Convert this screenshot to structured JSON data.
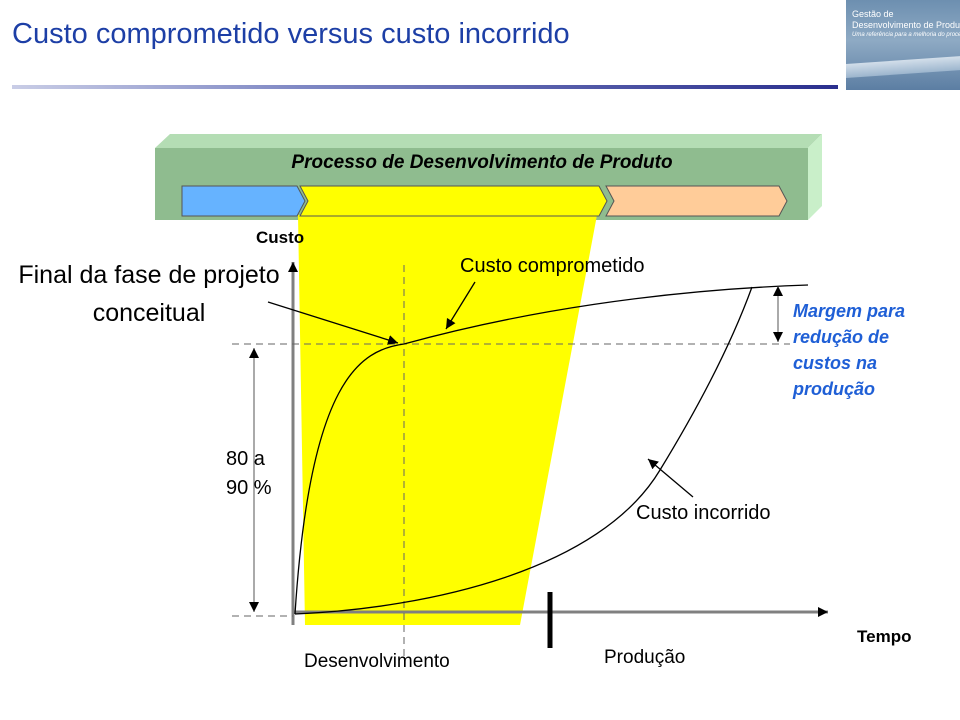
{
  "header": {
    "title": "Custo comprometido versus custo incorrido",
    "logo_line1": "Gestão de",
    "logo_line2": "Desenvolvimento de Produtos",
    "logo_tagline": "Uma referência para a melhoria do processo"
  },
  "banner": {
    "title": "Processo de Desenvolvimento de Produto",
    "phases": [
      {
        "color": "#66b3ff"
      },
      {
        "color": "#ffff00"
      },
      {
        "color": "#ffcc99"
      }
    ]
  },
  "diagram": {
    "y_axis_label": "Custo",
    "x_axis_label": "Tempo",
    "callout_final_fase": "Final da fase de projeto conceitual",
    "curve_committed_label": "Custo comprometido",
    "curve_incurred_label": "Custo incorrido",
    "margin_label": "Margem para redução de custos na produção",
    "percent_label": "80 a 90 %",
    "phase_dev_label": "Desenvolvimento",
    "phase_prod_label": "Produção",
    "colors": {
      "highlight": "#ffff00",
      "margin_text": "#1f5fd6",
      "banner_bg": "#8fbc8f"
    }
  }
}
